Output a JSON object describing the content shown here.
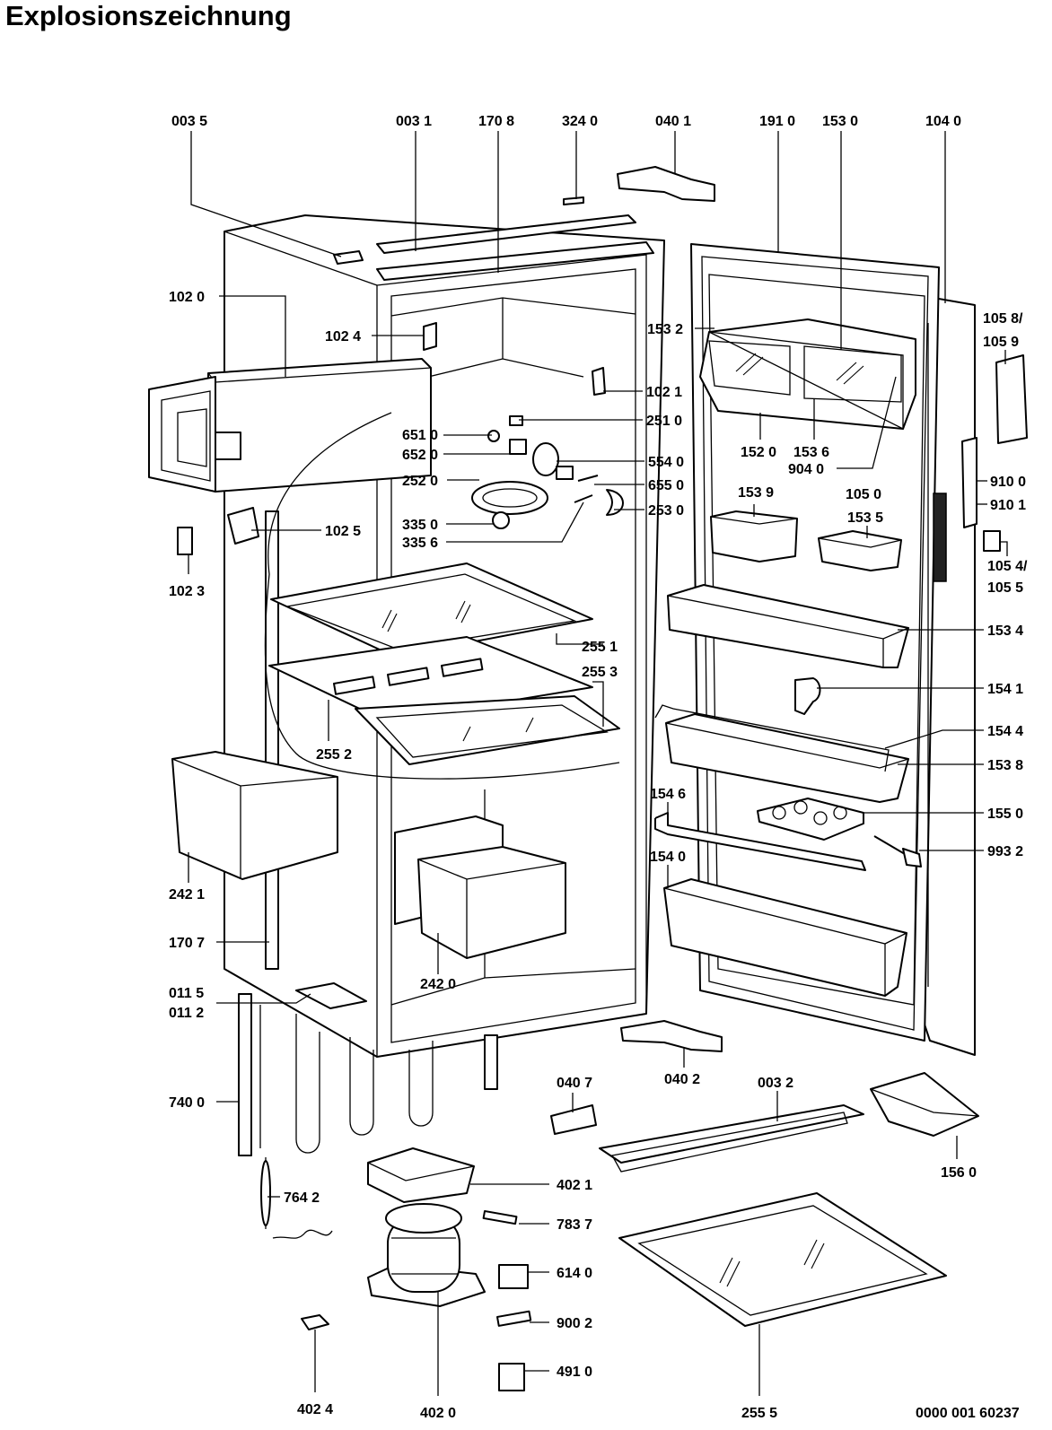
{
  "title": "Explosionszeichnung",
  "drawing_number": "0000 001 60237",
  "parts": [
    {
      "id": "003 5"
    },
    {
      "id": "003 1"
    },
    {
      "id": "170 8"
    },
    {
      "id": "324 0"
    },
    {
      "id": "040 1"
    },
    {
      "id": "191 0"
    },
    {
      "id": "153 0"
    },
    {
      "id": "104 0"
    },
    {
      "id": "102 0"
    },
    {
      "id": "102 4"
    },
    {
      "id": "153 2"
    },
    {
      "id": "105 8/"
    },
    {
      "id": "105 9"
    },
    {
      "id": "102 1"
    },
    {
      "id": "251 0"
    },
    {
      "id": "651 0"
    },
    {
      "id": "652 0"
    },
    {
      "id": "554 0"
    },
    {
      "id": "252 0"
    },
    {
      "id": "655 0"
    },
    {
      "id": "253 0"
    },
    {
      "id": "335 0"
    },
    {
      "id": "335 6"
    },
    {
      "id": "152 0"
    },
    {
      "id": "153 6"
    },
    {
      "id": "904 0"
    },
    {
      "id": "910 0"
    },
    {
      "id": "910 1"
    },
    {
      "id": "105 0"
    },
    {
      "id": "153 9"
    },
    {
      "id": "153 5"
    },
    {
      "id": "102 5"
    },
    {
      "id": "102 3"
    },
    {
      "id": "105 4/"
    },
    {
      "id": "105 5"
    },
    {
      "id": "255 1"
    },
    {
      "id": "153 4"
    },
    {
      "id": "255 3"
    },
    {
      "id": "154 1"
    },
    {
      "id": "154 4"
    },
    {
      "id": "255 2"
    },
    {
      "id": "153 8"
    },
    {
      "id": "154 6"
    },
    {
      "id": "155 0"
    },
    {
      "id": "242 1"
    },
    {
      "id": "993 2"
    },
    {
      "id": "154 0"
    },
    {
      "id": "170 7"
    },
    {
      "id": "242 0"
    },
    {
      "id": "011 5"
    },
    {
      "id": "011 2"
    },
    {
      "id": "040 7"
    },
    {
      "id": "040 2"
    },
    {
      "id": "003 2"
    },
    {
      "id": "740 0"
    },
    {
      "id": "156 0"
    },
    {
      "id": "402 1"
    },
    {
      "id": "764 2"
    },
    {
      "id": "783 7"
    },
    {
      "id": "614 0"
    },
    {
      "id": "900 2"
    },
    {
      "id": "491 0"
    },
    {
      "id": "402 4"
    },
    {
      "id": "402 0"
    },
    {
      "id": "255 5"
    }
  ]
}
